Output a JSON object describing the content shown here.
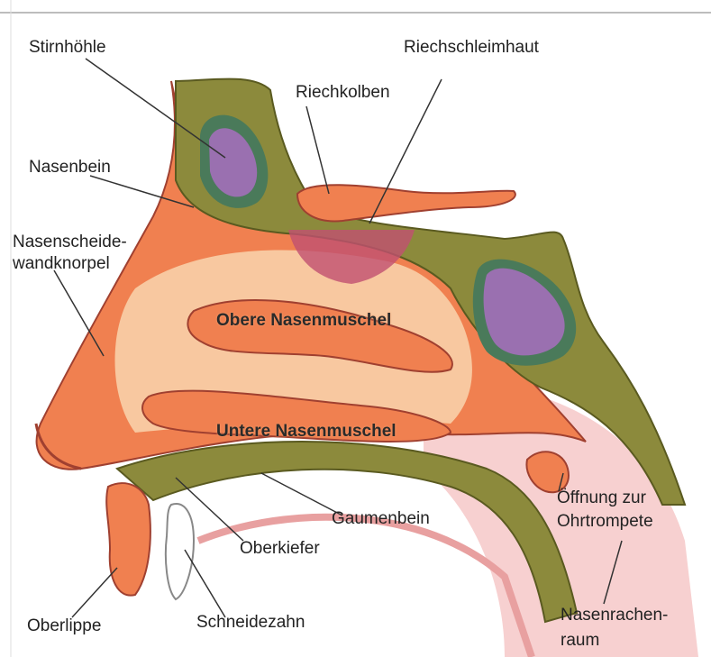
{
  "labels": {
    "stirnhoehle": "Stirnhöhle",
    "riechschleimhaut": "Riechschleimhaut",
    "riechkolben": "Riechkolben",
    "nasenbein": "Nasenbein",
    "nasenscheide_1": "Nasenscheide-",
    "nasenscheide_2": "wandknorpel",
    "obere_nasenmuschel": "Obere Nasenmuschel",
    "untere_nasenmuschel": "Untere Nasenmuschel",
    "gaumenbein": "Gaumenbein",
    "oberkiefer": "Oberkiefer",
    "oeffnung_1": "Öffnung zur",
    "oeffnung_2": "Ohrtrompete",
    "oberlippe": "Oberlippe",
    "schneidezahn": "Schneidezahn",
    "nasenrachen_1": "Nasenrachen-",
    "nasenrachen_2": "raum"
  },
  "colors": {
    "bone": "#8c8a3c",
    "tissue": "#f08050",
    "cavity": "#f8c8a0",
    "sinus": "#9a70b0",
    "sinus_rim": "#4a7a5a",
    "mucosa": "#c05070",
    "pharynx": "#f7d0d0"
  }
}
